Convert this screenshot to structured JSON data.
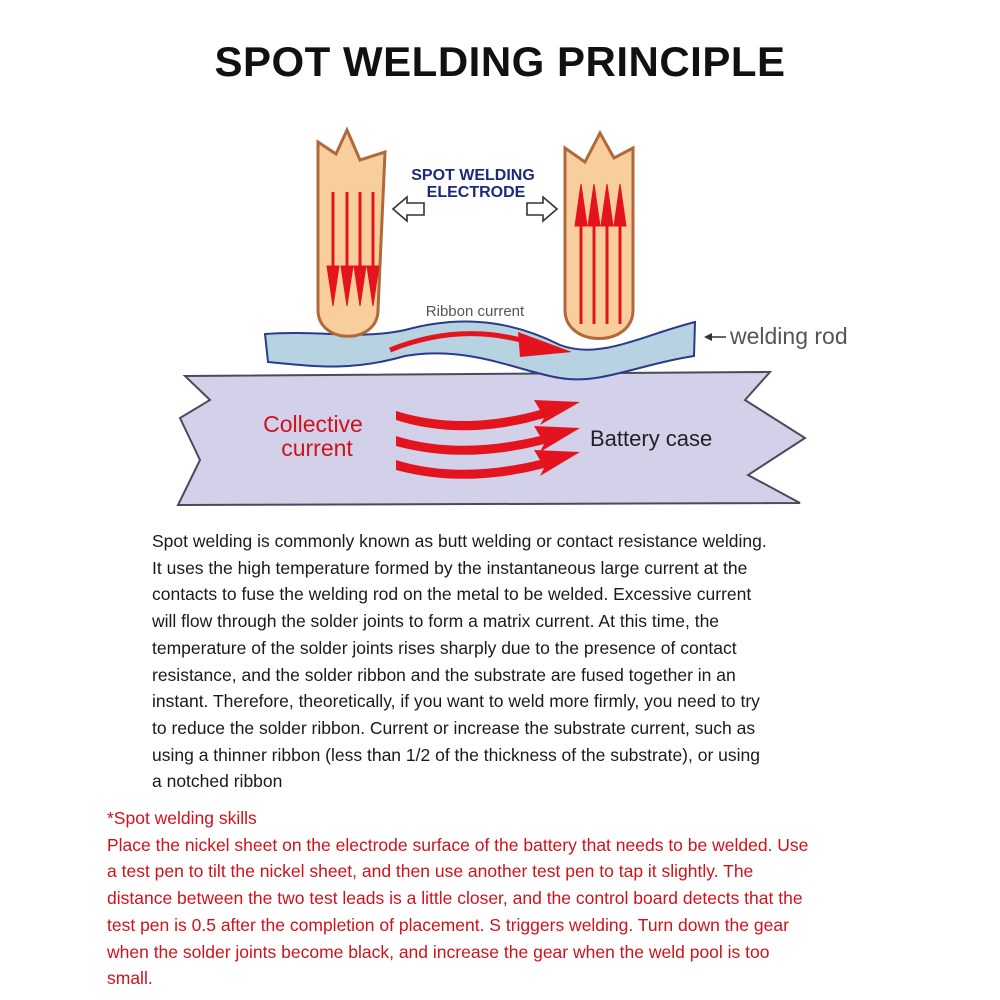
{
  "title": "SPOT WELDING PRINCIPLE",
  "diagram": {
    "electrode_label_line1": "SPOT WELDING",
    "electrode_label_line2": "ELECTRODE",
    "ribbon_current_label": "Ribbon current",
    "welding_rod_label": "welding rod",
    "collective_current_line1": "Collective",
    "collective_current_line2": "current",
    "battery_case_label": "Battery case",
    "colors": {
      "electrode_fill": "#f8cf9c",
      "electrode_stroke": "#b0693a",
      "arrow_red": "#e4141e",
      "ribbon_fill": "#b7d3e2",
      "ribbon_stroke": "#2b3a8a",
      "case_fill": "#d3d0ea",
      "case_stroke": "#4a4a5a",
      "label_navy": "#1b2a7a"
    }
  },
  "description_lines": [
    "Spot welding is commonly known as butt welding or contact resistance welding.",
    "It uses the high temperature formed by the instantaneous large current at the",
    "contacts to fuse the welding rod on the metal to be welded. Excessive current",
    "will flow through the solder joints to form a matrix current. At this time, the",
    "temperature of the solder joints rises sharply due to the presence of contact",
    "resistance, and the solder ribbon and the substrate are fused together in an",
    "instant. Therefore, theoretically, if you want to weld more firmly, you need to try",
    "to reduce the solder ribbon. Current or increase the substrate current, such as",
    "using a thinner ribbon (less than 1/2 of the thickness of the substrate), or using",
    "a notched ribbon"
  ],
  "skills": {
    "heading": "*Spot welding skills",
    "lines": [
      "Place the nickel sheet on the electrode surface of the battery that needs to be welded. Use",
      "a test pen to tilt the nickel sheet, and then use another test pen to tap it slightly. The",
      "distance between the two test leads is a little closer, and the control board detects that the",
      "test pen is 0.5 after the completion of placement. S triggers welding. Turn down the gear",
      "when the solder joints become black, and increase the gear when the weld pool is too",
      "small."
    ]
  }
}
